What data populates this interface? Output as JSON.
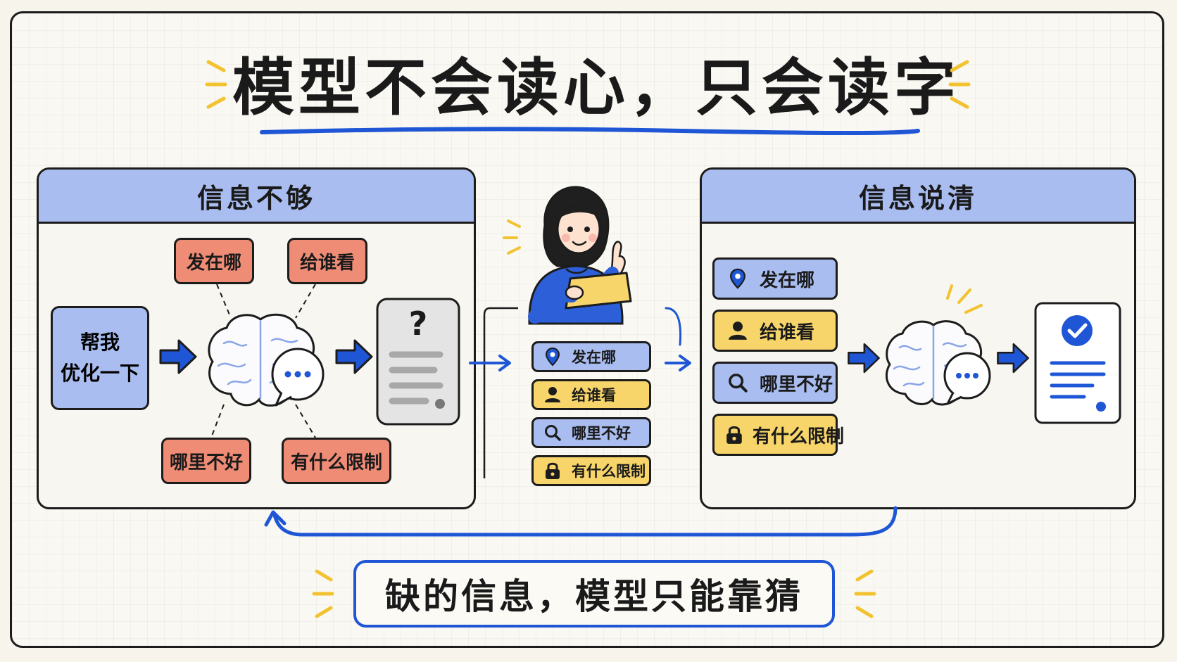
{
  "title": "模型不会读心，只会读字",
  "left_panel": {
    "header": "信息不够",
    "input": {
      "line1": "帮我",
      "line2": "优化一下"
    },
    "questions": [
      "发在哪",
      "给谁看",
      "哪里不好",
      "有什么限制"
    ],
    "result_symbol": "?"
  },
  "middle": {
    "chips": [
      {
        "label": "发在哪",
        "icon": "location-pin-icon",
        "color": "blue"
      },
      {
        "label": "给谁看",
        "icon": "person-icon",
        "color": "yellow"
      },
      {
        "label": "哪里不好",
        "icon": "search-icon",
        "color": "blue"
      },
      {
        "label": "有什么限制",
        "icon": "lock-icon",
        "color": "yellow"
      }
    ]
  },
  "right_panel": {
    "header": "信息说清",
    "chips": [
      {
        "label": "发在哪",
        "icon": "location-pin-icon",
        "color": "blue"
      },
      {
        "label": "给谁看",
        "icon": "person-icon",
        "color": "yellow"
      },
      {
        "label": "哪里不好",
        "icon": "search-icon",
        "color": "blue"
      },
      {
        "label": "有什么限制",
        "icon": "lock-icon",
        "color": "yellow"
      }
    ]
  },
  "bottom": "缺的信息，模型只能靠猜",
  "colors": {
    "accent_blue": "#1f56d6",
    "header_blue": "#a9bdf0",
    "red": "#ef8c76",
    "yellow": "#f7d56a",
    "spark_yellow": "#f2c230"
  }
}
